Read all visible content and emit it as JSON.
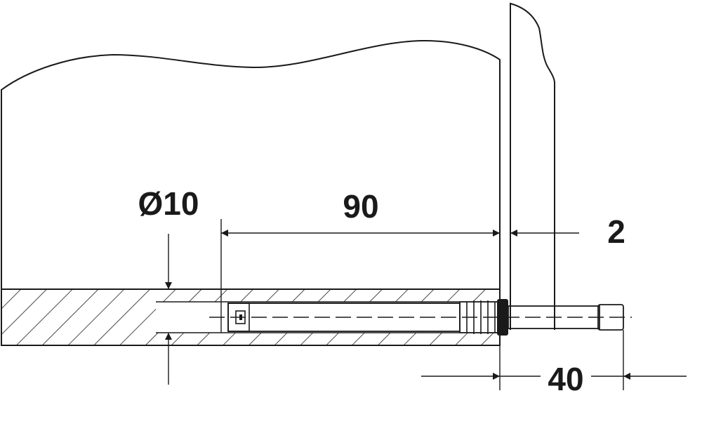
{
  "dimensions": {
    "diameter": "Ø10",
    "depth": "90",
    "thickness": "2",
    "protrusion": "40"
  },
  "colors": {
    "ink": "#1a1a1a",
    "background": "#ffffff"
  }
}
